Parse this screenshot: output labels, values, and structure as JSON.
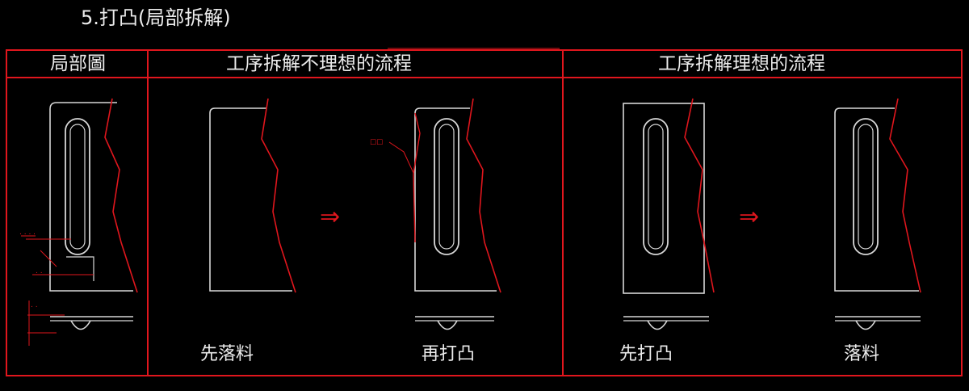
{
  "title": "5.打凸(局部拆解)",
  "columns": {
    "partial_view": "局部圖",
    "bad_flow": "工序拆解不理想的流程",
    "good_flow": "工序拆解理想的流程"
  },
  "captions": {
    "bad_step1": "先落料",
    "bad_step2": "再打凸",
    "good_step1": "先打凸",
    "good_step2": "落料"
  },
  "colors": {
    "frame": "#e0161d",
    "part": "#d8d8d8",
    "background": "#000000"
  },
  "arrow_glyph": "⇒"
}
